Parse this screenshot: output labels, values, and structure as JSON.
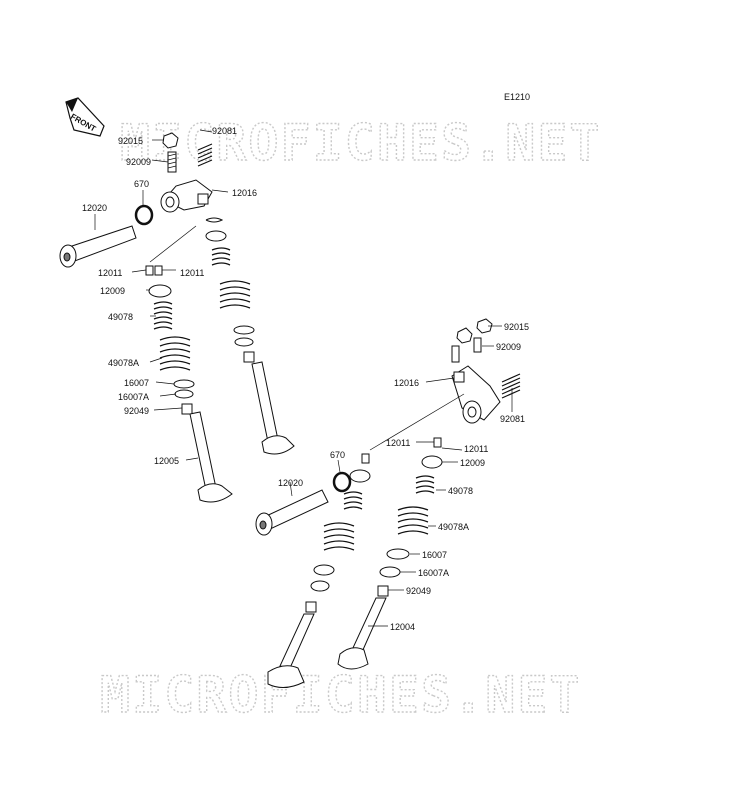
{
  "diagram": {
    "code": "E1210",
    "front_label": "FRONT",
    "watermark": "MICROFICHES.NET"
  },
  "callouts_left": {
    "p92015": "92015",
    "p92081": "92081",
    "p92009": "92009",
    "p670": "670",
    "p12016": "12016",
    "p12020": "12020",
    "p12011a": "12011",
    "p12011b": "12011",
    "p12009": "12009",
    "p49078": "49078",
    "p49078A": "49078A",
    "p16007": "16007",
    "p16007A": "16007A",
    "p92049": "92049",
    "p12005": "12005"
  },
  "callouts_right": {
    "p92015": "92015",
    "p92009": "92009",
    "p12016": "12016",
    "p92081": "92081",
    "p12011a": "12011",
    "p12011b": "12011",
    "p12009": "12009",
    "p670": "670",
    "p12020": "12020",
    "p49078": "49078",
    "p49078A": "49078A",
    "p16007": "16007",
    "p16007A": "16007A",
    "p92049": "92049",
    "p12004": "12004"
  }
}
